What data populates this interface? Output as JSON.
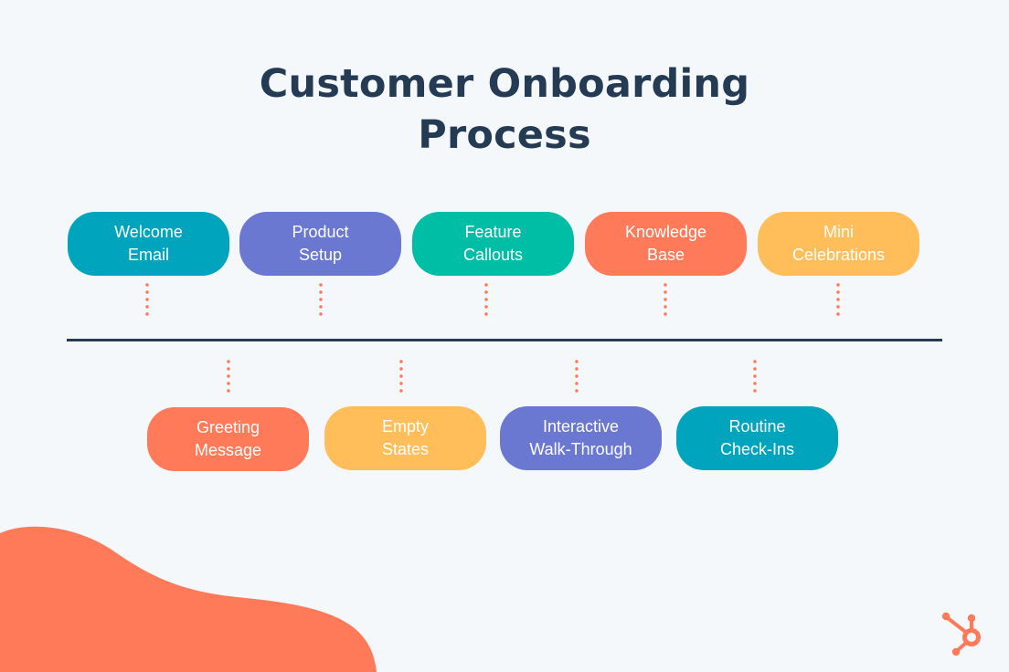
{
  "title": {
    "line1": "Customer Onboarding",
    "line2": "Process"
  },
  "colors": {
    "teal": "#00a4bd",
    "purple": "#6a78d1",
    "green": "#00bda5",
    "orange": "#ff7a59",
    "yellow": "#ffbe5a",
    "navy": "#253b53",
    "background": "#f5f8fb"
  },
  "top_steps": [
    {
      "line1": "Welcome",
      "line2": "Email",
      "color": "#00a4bd"
    },
    {
      "line1": "Product",
      "line2": "Setup",
      "color": "#6a78d1"
    },
    {
      "line1": "Feature",
      "line2": "Callouts",
      "color": "#00bda5"
    },
    {
      "line1": "Knowledge",
      "line2": "Base",
      "color": "#ff7a59"
    },
    {
      "line1": "Mini",
      "line2": "Celebrations",
      "color": "#ffbe5a"
    }
  ],
  "bottom_steps": [
    {
      "line1": "Greeting",
      "line2": "Message",
      "color": "#ff7a59"
    },
    {
      "line1": "Empty",
      "line2": "States",
      "color": "#ffbe5a"
    },
    {
      "line1": "Interactive",
      "line2": "Walk-Through",
      "color": "#6a78d1"
    },
    {
      "line1": "Routine",
      "line2": "Check-Ins",
      "color": "#00a4bd"
    }
  ],
  "logo_icon": "hubspot-sprocket-icon"
}
